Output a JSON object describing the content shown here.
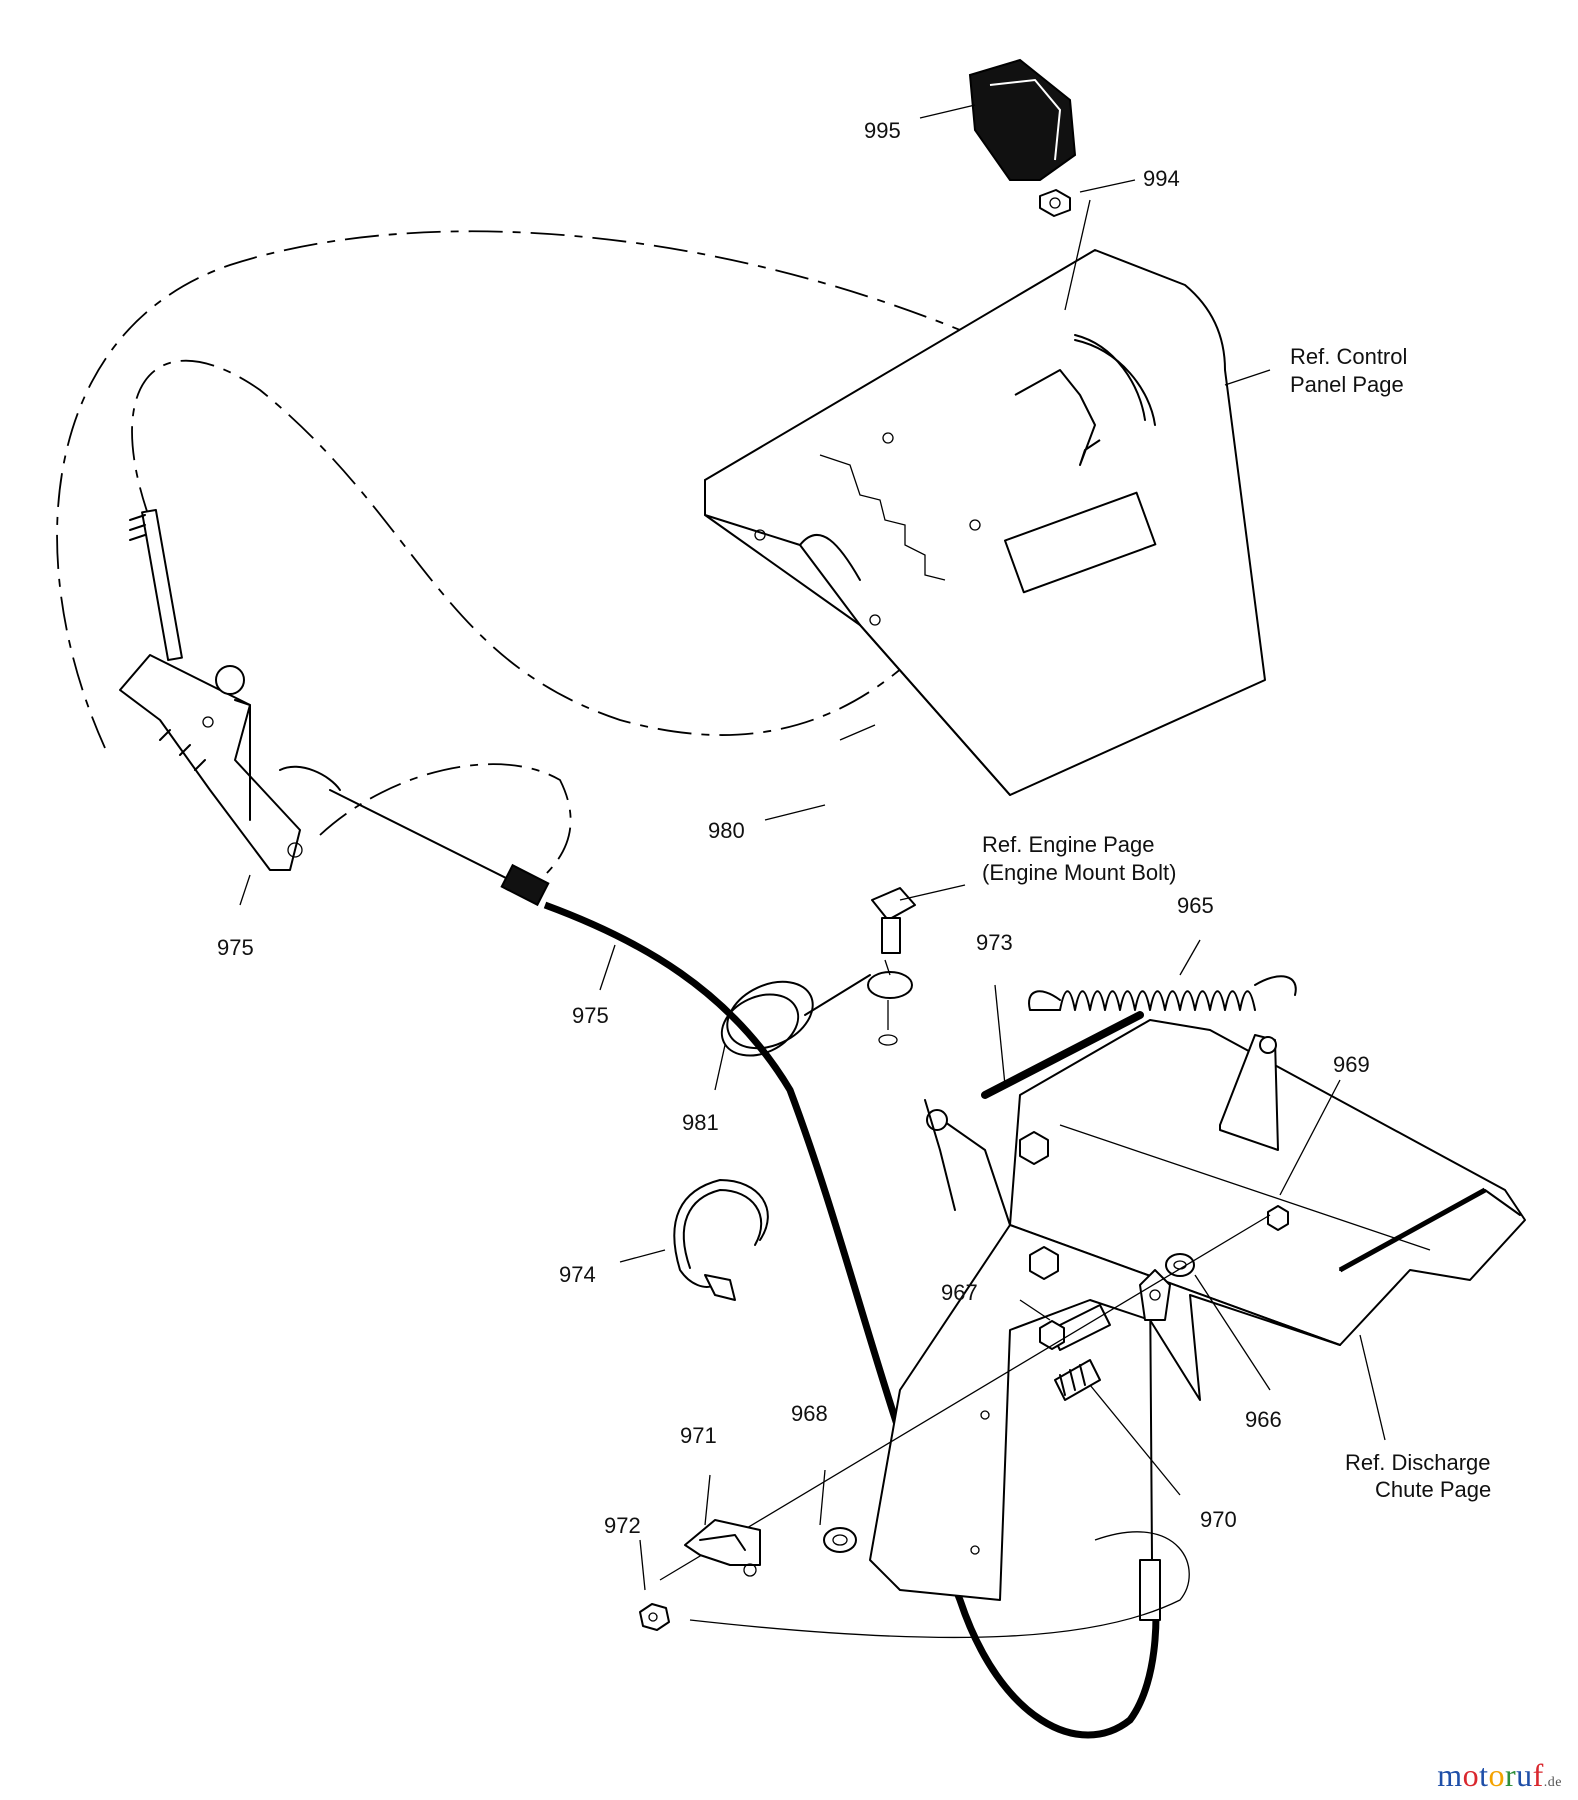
{
  "labels": {
    "p995": "995",
    "p994": "994",
    "ref_control_1": "Ref. Control",
    "ref_control_2": "Panel Page",
    "p980": "980",
    "ref_engine_1": "Ref. Engine Page",
    "ref_engine_2": "(Engine Mount Bolt)",
    "p965": "965",
    "p973": "973",
    "p975a": "975",
    "p975b": "975",
    "p981": "981",
    "p969": "969",
    "p974": "974",
    "p967": "967",
    "p966": "966",
    "p968": "968",
    "p971": "971",
    "p970": "970",
    "p972": "972",
    "ref_discharge_1": "Ref. Discharge",
    "ref_discharge_2": "Chute Page"
  },
  "watermark": {
    "letters": [
      "m",
      "o",
      "t",
      "o",
      "r",
      "u",
      "f"
    ],
    "colors": [
      "#1f4fa8",
      "#d9272e",
      "#1f4fa8",
      "#f4a300",
      "#2d8f3a",
      "#1f4fa8",
      "#d9272e"
    ],
    "suffix": ".de"
  }
}
